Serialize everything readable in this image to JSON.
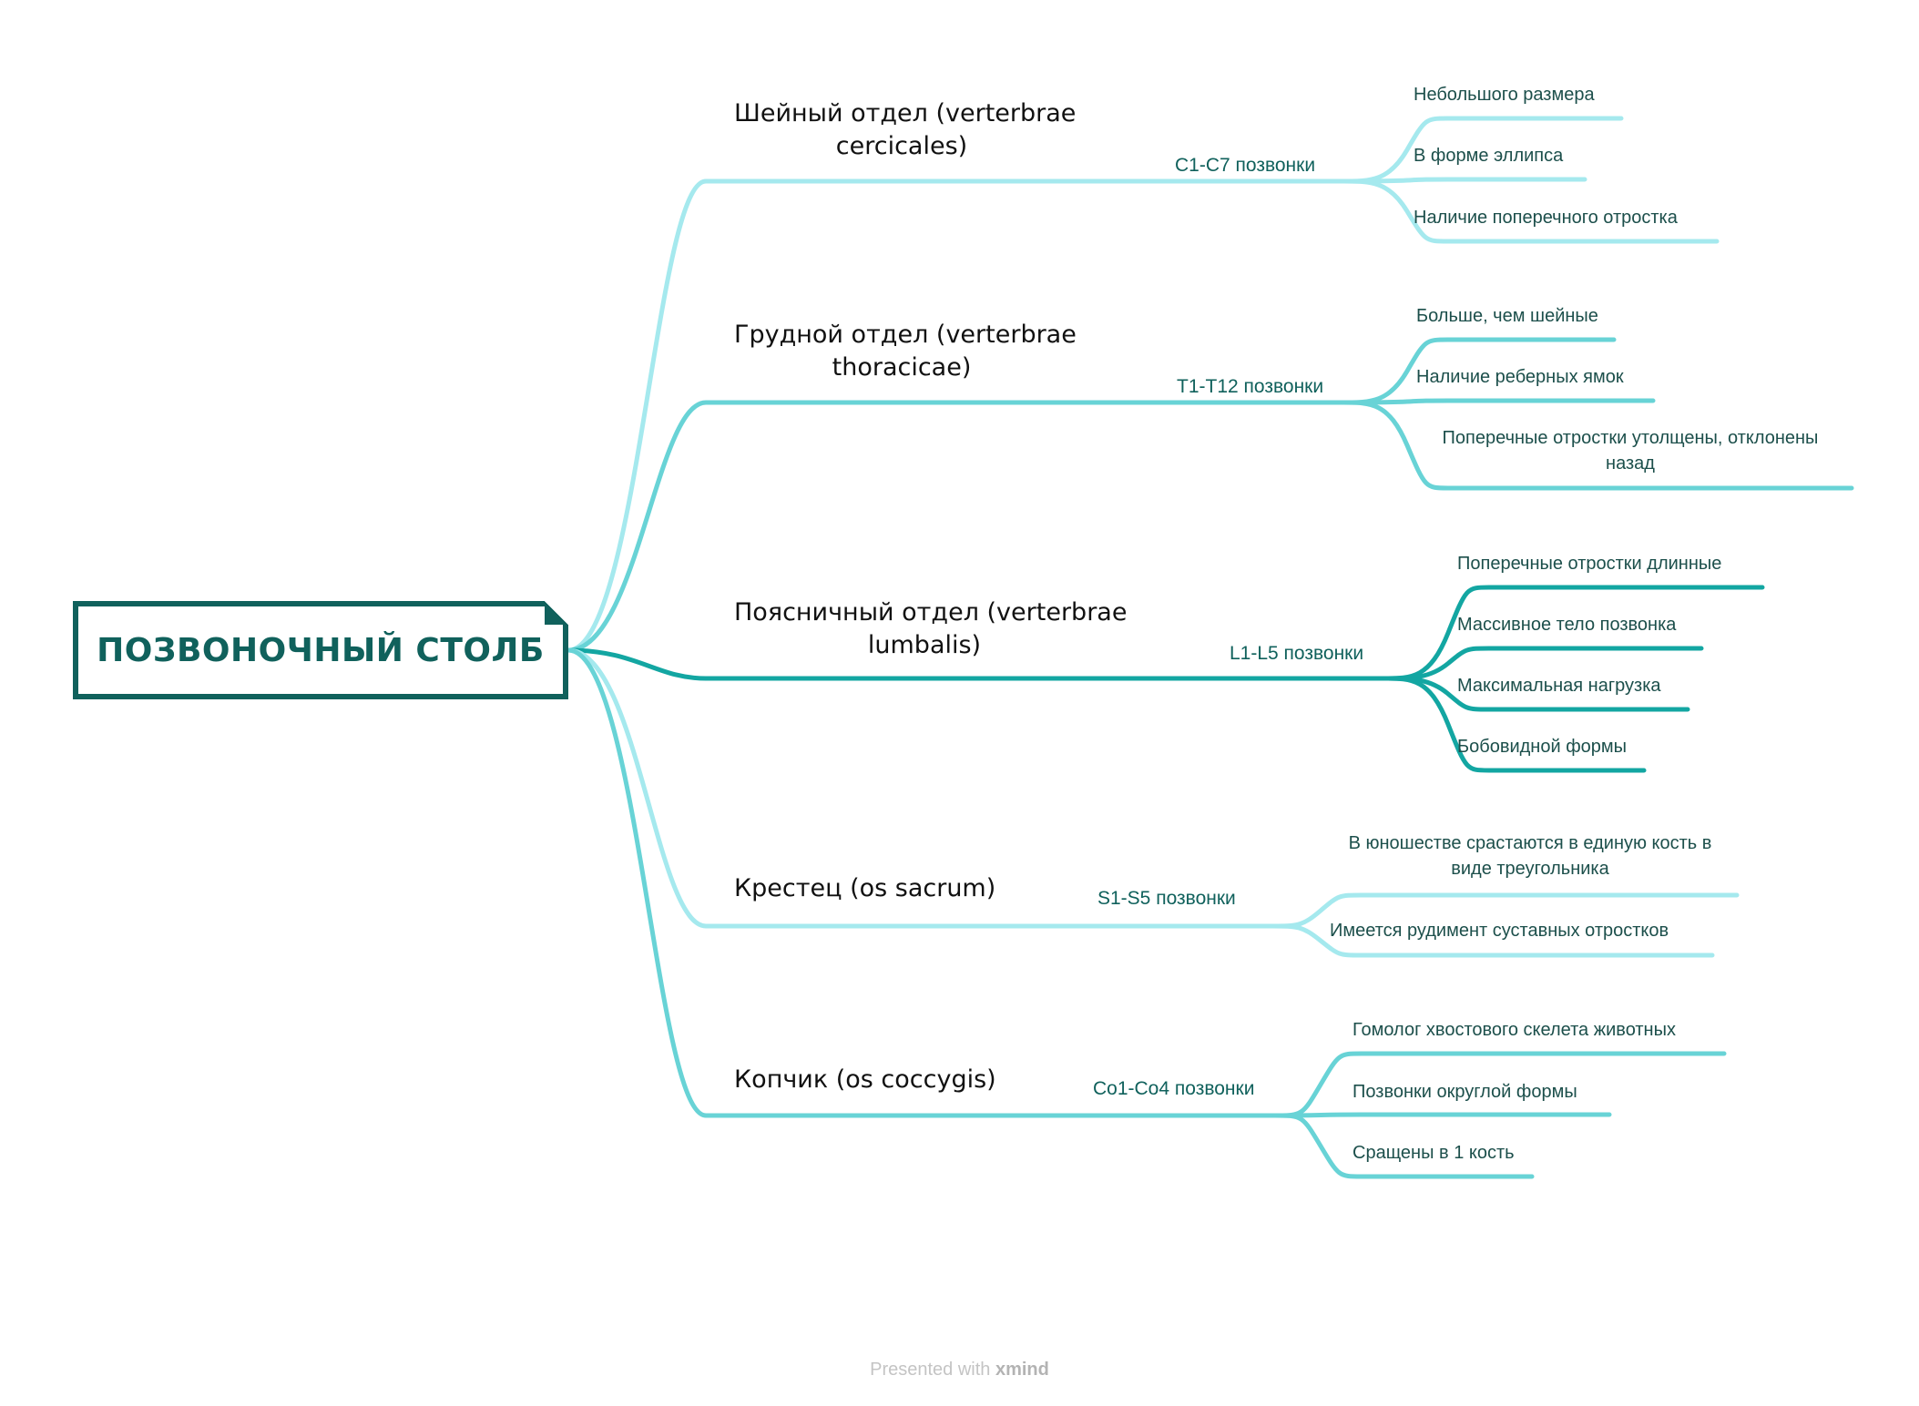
{
  "root": {
    "title": "ПОЗВОНОЧНЫЙ СТОЛБ"
  },
  "sections": [
    {
      "title": "Шейный отдел (verterbrae cercicales)",
      "title_lines": [
        "Шейный отдел (verterbrae",
        "cercicales)"
      ],
      "range": "C1-C7 позвонки",
      "color": "#a5e9ee",
      "items": [
        "Небольшого размера",
        "В форме эллипса",
        "Наличие поперечного отростка"
      ]
    },
    {
      "title": "Грудной отдел (verterbrae thoracicae)",
      "title_lines": [
        "Грудной отдел (verterbrae",
        "thoracicae)"
      ],
      "range": "T1-T12 позвонки",
      "color": "#68d3d6",
      "items": [
        "Больше, чем шейные",
        "Наличие реберных ямок",
        "Поперечные отростки утолщены, отклонены назад"
      ]
    },
    {
      "title": "Поясничный отдел (verterbrae lumbalis)",
      "title_lines": [
        "Поясничный отдел (verterbrae",
        "lumbalis)"
      ],
      "range": "L1-L5 позвонки",
      "color": "#13a6a2",
      "items": [
        "Поперечные отростки длинные",
        "Массивное тело позвонка",
        "Максимальная нагрузка",
        "Бобовидной формы"
      ]
    },
    {
      "title": "Крестец (os sacrum)",
      "title_lines": [
        "Крестец (os sacrum)"
      ],
      "range": "S1-S5 позвонки",
      "color": "#a5e9ee",
      "items": [
        "В юношестве срастаются в единую кость в виде треугольника",
        "Имеется рудимент суставных отростков"
      ]
    },
    {
      "title": "Копчик (os coccygis)",
      "title_lines": [
        "Копчик (os coccygis)"
      ],
      "range": "Co1-Co4 позвонки",
      "color": "#68d3d6",
      "items": [
        "Гомолог хвостового скелета животных",
        "Позвонки округлой формы",
        "Сращены в 1 кость"
      ]
    }
  ],
  "footer": {
    "prefix": "Presented with",
    "brand": "xmind"
  },
  "colors": {
    "root_border": "#10615c",
    "root_text": "#10615c",
    "leaf_text": "#1c4f4b"
  }
}
